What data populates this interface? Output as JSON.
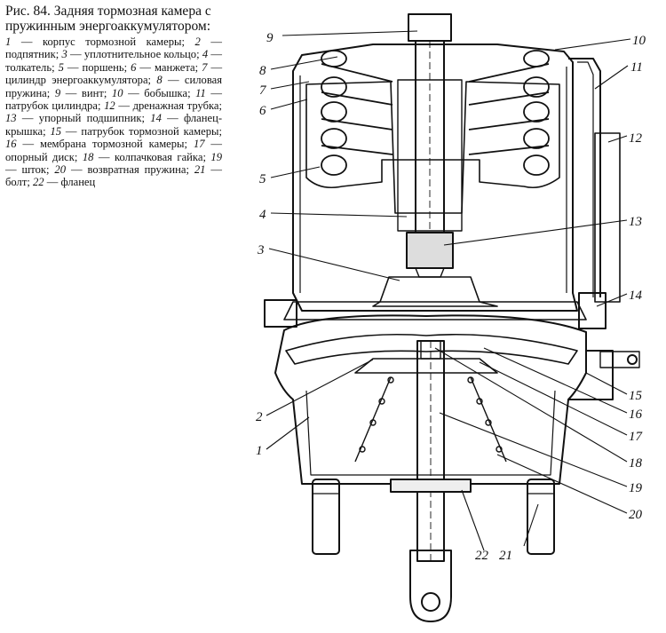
{
  "caption": {
    "title": "Рис. 84. Задняя тормозная камера с пружинным энергоаккумулятором:",
    "legend": [
      {
        "n": "1",
        "t": "корпус тормозной камеры"
      },
      {
        "n": "2",
        "t": "подпятник"
      },
      {
        "n": "3",
        "t": "уплотнительное кольцо"
      },
      {
        "n": "4",
        "t": "толкатель"
      },
      {
        "n": "5",
        "t": "поршень"
      },
      {
        "n": "6",
        "t": "манжета"
      },
      {
        "n": "7",
        "t": "цилиндр энергоаккумулятора"
      },
      {
        "n": "8",
        "t": "силовая пружина"
      },
      {
        "n": "9",
        "t": "винт"
      },
      {
        "n": "10",
        "t": "бобышка"
      },
      {
        "n": "11",
        "t": "патрубок цилиндра"
      },
      {
        "n": "12",
        "t": "дренажная трубка"
      },
      {
        "n": "13",
        "t": "упорный подшипник"
      },
      {
        "n": "14",
        "t": "фланец-крышка"
      },
      {
        "n": "15",
        "t": "патрубок тормозной камеры"
      },
      {
        "n": "16",
        "t": "мембрана тормозной камеры"
      },
      {
        "n": "17",
        "t": "опорный диск"
      },
      {
        "n": "18",
        "t": "колпачковая гайка"
      },
      {
        "n": "19",
        "t": "шток"
      },
      {
        "n": "20",
        "t": "возвратная пружина"
      },
      {
        "n": "21",
        "t": "болт"
      },
      {
        "n": "22",
        "t": "фланец"
      }
    ]
  },
  "callouts": {
    "c1": "1",
    "c2": "2",
    "c3": "3",
    "c4": "4",
    "c5": "5",
    "c6": "6",
    "c7": "7",
    "c8": "8",
    "c9": "9",
    "c10": "10",
    "c11": "11",
    "c12": "12",
    "c13": "13",
    "c14": "14",
    "c15": "15",
    "c16": "16",
    "c17": "17",
    "c18": "18",
    "c19": "19",
    "c20": "20",
    "c21": "21",
    "c22": "22"
  }
}
